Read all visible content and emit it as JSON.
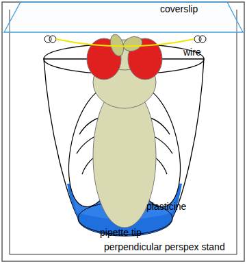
{
  "diagram": {
    "labels": [
      "coverslip",
      "wire",
      "plasticine",
      "pipette tip",
      "perpendicular perspex stand"
    ]
  }
}
